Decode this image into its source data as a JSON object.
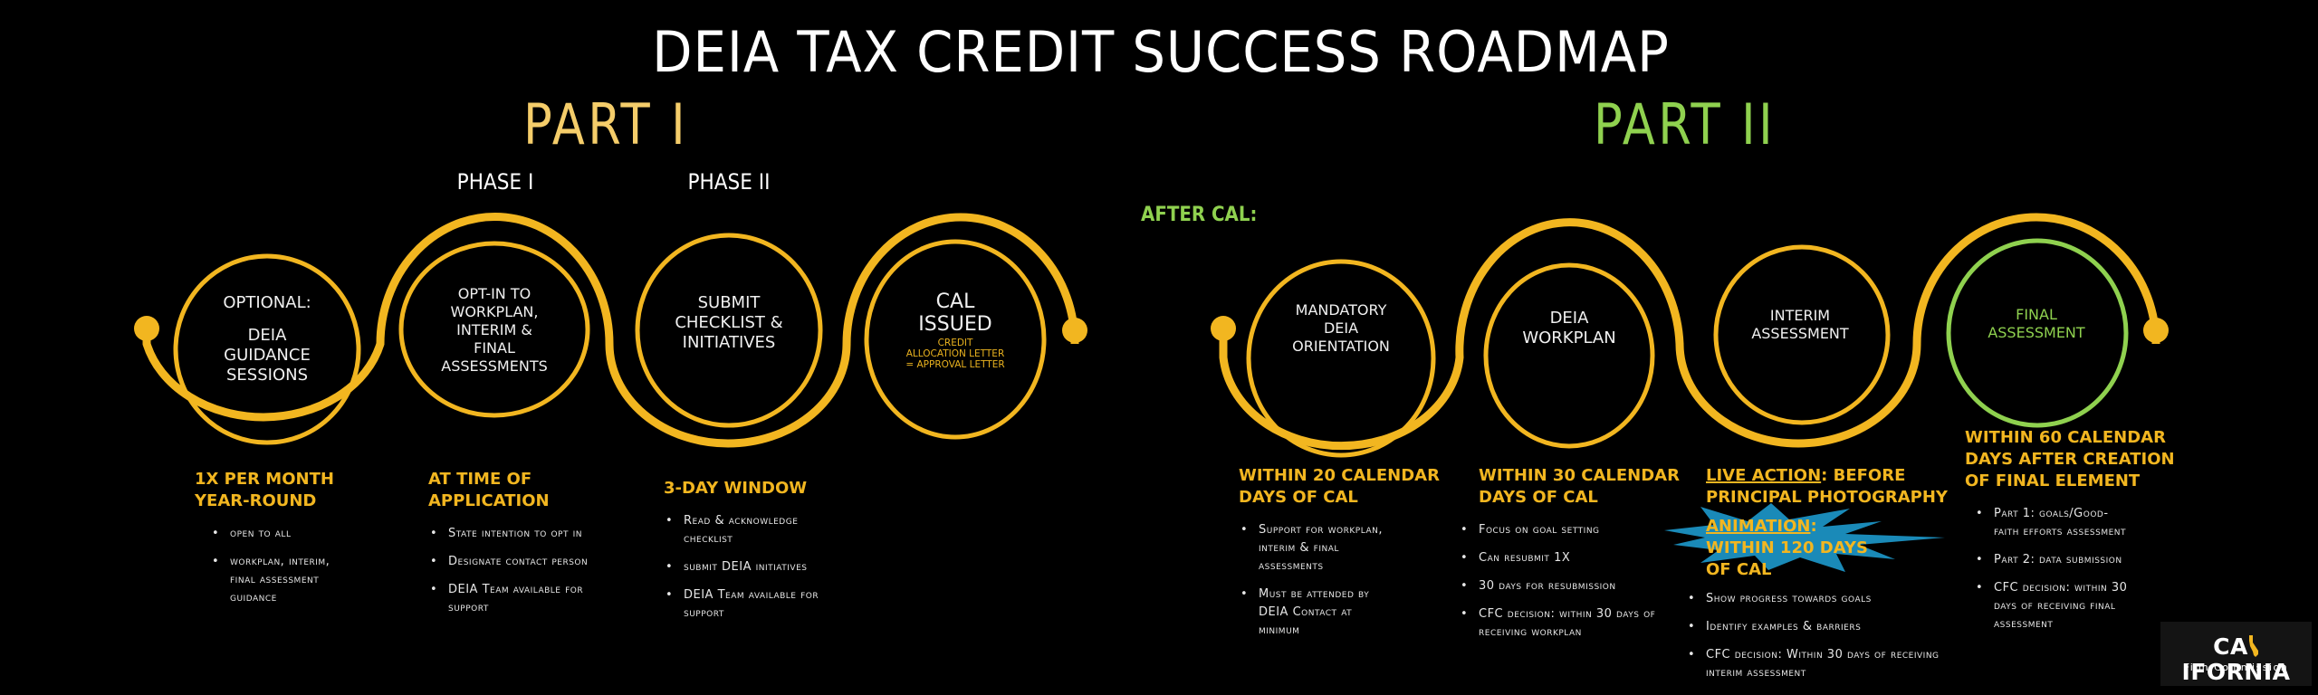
{
  "title": "DEIA TAX CREDIT SUCCESS ROADMAP",
  "parts": {
    "part1": {
      "label": "PART I",
      "color": "#f5cd6a"
    },
    "part2": {
      "label": "PART II",
      "color": "#8fd14f"
    }
  },
  "phases": {
    "phase1": "PHASE I",
    "phase2": "PHASE II"
  },
  "after_cal_label": "AFTER CAL:",
  "colors": {
    "path": "#f2b620",
    "accent_green": "#8fd14f",
    "starburst": "#1a8ab8",
    "background": "#000000"
  },
  "steps": [
    {
      "circle_lines": [
        "OPTIONAL:",
        "DEIA",
        "GUIDANCE",
        "SESSIONS"
      ],
      "heading_lines": [
        "1X PER MONTH",
        "YEAR-ROUND"
      ],
      "bullets": [
        "open to all",
        "workplan, interim, final assessment guidance"
      ]
    },
    {
      "circle_lines": [
        "OPT-IN TO",
        "WORKPLAN,",
        "INTERIM &",
        "FINAL",
        "ASSESSMENTS"
      ],
      "heading_lines": [
        "AT TIME OF",
        "APPLICATION"
      ],
      "bullets": [
        "State intention to opt in",
        "Designate contact person",
        "DEIA Team available for support"
      ]
    },
    {
      "circle_lines": [
        "SUBMIT",
        "CHECKLIST &",
        "INITIATIVES"
      ],
      "heading_lines": [
        "3-DAY WINDOW"
      ],
      "bullets": [
        "Read & acknowledge checklist",
        "submit DEIA initiatives",
        "DEIA Team available for support"
      ]
    },
    {
      "circle_lines": [
        "CAL",
        "ISSUED"
      ],
      "circle_sub_lines": [
        "CREDIT",
        "ALLOCATION LETTER",
        "= APPROVAL LETTER"
      ]
    },
    {
      "circle_lines": [
        "MANDATORY",
        "DEIA",
        "ORIENTATION"
      ],
      "heading_lines": [
        "WITHIN 20 CALENDAR",
        "DAYS OF CAL"
      ],
      "bullets": [
        "Support for workplan, interim & final assessments",
        "Must be attended by DEIA Contact at minimum"
      ]
    },
    {
      "circle_lines": [
        "DEIA",
        "WORKPLAN"
      ],
      "heading_lines": [
        "WITHIN 30 CALENDAR",
        "DAYS OF CAL"
      ],
      "bullets": [
        "Focus on goal setting",
        "Can resubmit 1X",
        "30 days for resubmission",
        "CFC decision: within 30 days of receiving workplan"
      ]
    },
    {
      "circle_lines": [
        "INTERIM",
        "ASSESSMENT"
      ],
      "heading_live_action_label": "LIVE ACTION",
      "heading_live_action_rest": ": BEFORE PRINCIPAL PHOTOGRAPHY",
      "heading_animation_label": "ANIMATION",
      "heading_animation_rest": ": WITHIN 120 DAYS OF CAL",
      "bullets": [
        "Show progress towards goals",
        "Identify examples & barriers",
        "CFC decision: Within 30 days of receiving interim assessment"
      ]
    },
    {
      "circle_lines": [
        "FINAL",
        "ASSESSMENT"
      ],
      "heading_lines": [
        "WITHIN 60 CALENDAR",
        "DAYS AFTER CREATION",
        "OF FINAL ELEMENT"
      ],
      "bullets": [
        "Part 1: goals/Good-faith efforts assessment",
        "Part 2: data submission",
        "CFC decision: within 30 days of receiving final assessment"
      ]
    }
  ],
  "logo": {
    "main_left": "CA",
    "main_right": "IFORNIA",
    "sub": "Film Commission"
  }
}
